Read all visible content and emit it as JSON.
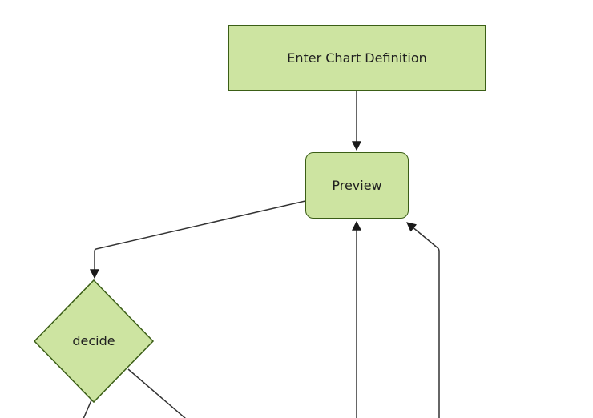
{
  "diagram": {
    "type": "flowchart",
    "direction": "top-down",
    "nodes": [
      {
        "id": "definition",
        "label": "Enter Chart Definition",
        "shape": "rectangle"
      },
      {
        "id": "preview",
        "label": "Preview",
        "shape": "rounded-rectangle"
      },
      {
        "id": "decide",
        "label": "decide",
        "shape": "diamond"
      }
    ],
    "edges": [
      {
        "from": "definition",
        "to": "preview",
        "arrow": true,
        "label": ""
      },
      {
        "from": "preview",
        "to": "decide",
        "arrow": true,
        "label": ""
      },
      {
        "from": "offscreen-bottom",
        "to": "preview",
        "arrow": true,
        "label": ""
      },
      {
        "from": "offscreen-bottom-right",
        "to": "preview",
        "arrow": true,
        "label": ""
      },
      {
        "from": "decide",
        "to": "offscreen-bottom",
        "arrow": false,
        "label": ""
      },
      {
        "from": "decide",
        "to": "offscreen-bottom-right",
        "arrow": false,
        "label": ""
      }
    ]
  },
  "colors": {
    "background": "#ffffff",
    "node_fill": "#cde4a1",
    "node_stroke": "#3b5e16",
    "edge": "#333333",
    "arrow": "#1a1a1a",
    "text": "#1f1f1f"
  }
}
